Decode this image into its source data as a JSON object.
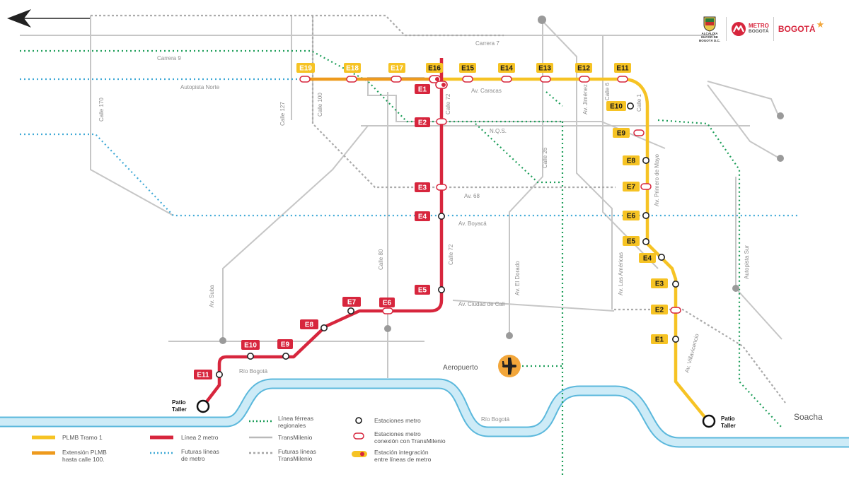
{
  "colors": {
    "tramo1": "#f6c324",
    "extension": "#ee9a1d",
    "linea2": "#d7263d",
    "futuras_metro": "#3fa9d6",
    "ferrea": "#1e9e5a",
    "transmilenio": "#b9b9b9",
    "futuras_tm": "#a6a6a6",
    "river": "#9ad4ec"
  },
  "header": {
    "logo_alcaldia": "ALCALDÍA MAYOR DE BOGOTÁ D.C.",
    "logo_metro": "METRO",
    "logo_metro_sub": "BOGOTÁ",
    "logo_bogota": "BOGOTÁ"
  },
  "streets": {
    "carrera_7": "Carrera 7",
    "carrera_9": "Carrera 9",
    "autopista_norte": "Autopista Norte",
    "calle_170": "Calle 170",
    "calle_127": "Calle 127",
    "calle_100": "Calle 100",
    "calle_72": "Calle 72",
    "calle_72_b": "Calle 72",
    "av_caracas": "Av. Caracas",
    "nqs": "N.Q.S.",
    "calle_26": "Calle 26",
    "av_jimenez": "Av. Jiménez",
    "calle_6": "Calle 6",
    "calle_1": "Calle 1",
    "av_68": "Av. 68",
    "av_boyaca": "Av. Boyacá",
    "av_primero_mayo": "Av. Primero de Mayo",
    "calle_80": "Calle 80",
    "av_el_dorado": "Av. El Dorado",
    "av_las_americas": "Av. Las Américas",
    "autopista_sur": "Autopista Sur",
    "av_suba": "Av. Suba",
    "av_ciudad_cali": "Av. Ciudad de Cali",
    "rio_bogota_1": "Río Bogotá",
    "rio_bogota_2": "Río Bogotá",
    "av_villavicencio": "Av. Villavicencio"
  },
  "places": {
    "aeropuerto": "Aeropuerto",
    "soacha": "Soacha",
    "patio_taller_l2_1": "Patio",
    "patio_taller_l2_2": "Taller",
    "patio_taller_l1_1": "Patio",
    "patio_taller_l1_2": "Taller"
  },
  "stations_line1": [
    {
      "code": "E1",
      "type": "metro"
    },
    {
      "code": "E2",
      "type": "tm"
    },
    {
      "code": "E3",
      "type": "metro"
    },
    {
      "code": "E4",
      "type": "metro"
    },
    {
      "code": "E5",
      "type": "metro"
    },
    {
      "code": "E6",
      "type": "metro"
    },
    {
      "code": "E7",
      "type": "tm"
    },
    {
      "code": "E8",
      "type": "metro"
    },
    {
      "code": "E9",
      "type": "tm"
    },
    {
      "code": "E10",
      "type": "metro"
    },
    {
      "code": "E11",
      "type": "tm"
    },
    {
      "code": "E12",
      "type": "tm"
    },
    {
      "code": "E13",
      "type": "tm"
    },
    {
      "code": "E14",
      "type": "tm"
    },
    {
      "code": "E15",
      "type": "tm"
    },
    {
      "code": "E16",
      "type": "integration"
    }
  ],
  "stations_extension": [
    {
      "code": "E17",
      "type": "tm"
    },
    {
      "code": "E18",
      "type": "tm"
    },
    {
      "code": "E19",
      "type": "tm"
    }
  ],
  "stations_line2": [
    {
      "code": "E1",
      "type": "integration"
    },
    {
      "code": "E2",
      "type": "tm"
    },
    {
      "code": "E3",
      "type": "tm"
    },
    {
      "code": "E4",
      "type": "metro"
    },
    {
      "code": "E5",
      "type": "metro"
    },
    {
      "code": "E6",
      "type": "tm"
    },
    {
      "code": "E7",
      "type": "metro"
    },
    {
      "code": "E8",
      "type": "metro"
    },
    {
      "code": "E9",
      "type": "metro"
    },
    {
      "code": "E10",
      "type": "metro"
    },
    {
      "code": "E11",
      "type": "metro"
    }
  ],
  "legend": {
    "tramo1": "PLMB Tramo 1",
    "extension_1": "Extensión PLMB",
    "extension_2": "hasta calle 100.",
    "linea2": "Línea 2 metro",
    "futuras_metro_1": "Futuras líneas",
    "futuras_metro_2": "de metro",
    "ferreas_1": "Línea férreas",
    "ferreas_2": "regionales",
    "transmilenio": "TransMilenio",
    "futuras_tm_1": "Futuras líneas",
    "futuras_tm_2": "TransMilenio",
    "est_metro": "Estaciones metro",
    "est_tm_1": "Estaciones metro",
    "est_tm_2": "conexión con TransMilenio",
    "est_int_1": "Estación integración",
    "est_int_2": "entre líneas de metro"
  }
}
